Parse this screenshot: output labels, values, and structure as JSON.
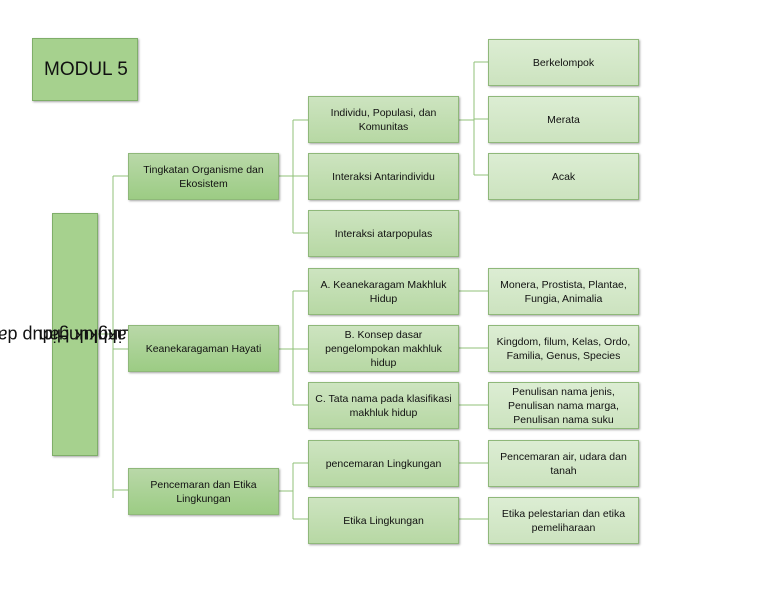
{
  "title": "MODUL 5",
  "root": {
    "line1": "Makhluk Hidup dan",
    "line2": "Lingkungan"
  },
  "branches": [
    {
      "label": "Tingkatan Organisme dan Ekosistem",
      "children": [
        {
          "label": "Individu, Populasi, dan Komunitas",
          "children": [
            "Berkelompok",
            "Merata",
            "Acak"
          ]
        },
        {
          "label": "Interaksi Antarindividu"
        },
        {
          "label": "Interaksi atarpopulas"
        }
      ]
    },
    {
      "label": "Keanekaragaman Hayati",
      "children": [
        {
          "label": "A. Keanekaragam Makhluk Hidup",
          "children": [
            "Monera, Prostista, Plantae, Fungia, Animalia"
          ]
        },
        {
          "label": "B. Konsep dasar pengelompokan makhluk hidup",
          "children": [
            "Kingdom, filum, Kelas, Ordo, Familia, Genus, Species"
          ]
        },
        {
          "label": "C. Tata nama pada klasifikasi makhluk hidup",
          "children": [
            "Penulisan nama jenis, Penulisan nama marga, Penulisan nama suku"
          ]
        }
      ]
    },
    {
      "label": "Pencemaran dan Etika Lingkungan",
      "children": [
        {
          "label": "pencemaran Lingkungan",
          "children": [
            "Pencemaran air, udara dan tanah"
          ]
        },
        {
          "label": "Etika Lingkungan",
          "children": [
            "Etika pelestarian dan etika pemeliharaan"
          ]
        }
      ]
    }
  ]
}
